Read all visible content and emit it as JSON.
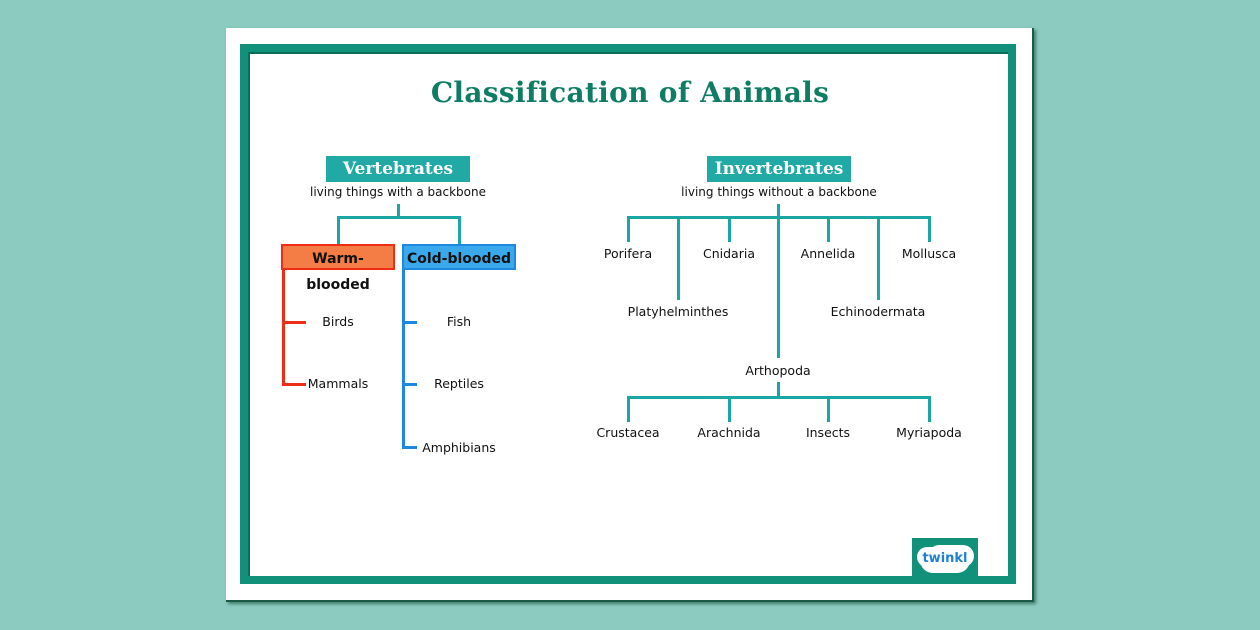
{
  "title": "Classification of Animals",
  "vertebrates": {
    "label": "Vertebrates",
    "description": "living things with a backbone",
    "groups": [
      {
        "label": "Warm-blooded",
        "color": "#f47c45",
        "members": [
          "Birds",
          "Mammals"
        ]
      },
      {
        "label": "Cold-blooded",
        "color": "#3aa9ec",
        "members": [
          "Fish",
          "Reptiles",
          "Amphibians"
        ]
      }
    ]
  },
  "invertebrates": {
    "label": "Invertebrates",
    "description": "living things without a backbone",
    "phyla": [
      "Porifera",
      "Platyhelminthes",
      "Cnidaria",
      "Annelida",
      "Echinodermata",
      "Mollusca"
    ],
    "arthropoda": {
      "label": "Arthopoda",
      "classes": [
        "Crustacea",
        "Arachnida",
        "Insects",
        "Myriapoda"
      ]
    }
  },
  "logo": {
    "text": "twinkl"
  },
  "colors": {
    "background": "#8ccbc0",
    "frame": "#11907a",
    "title": "#0f7d63",
    "header_box": "#21a9a6",
    "warm": "#ee2d16",
    "cold": "#1e88e0"
  }
}
